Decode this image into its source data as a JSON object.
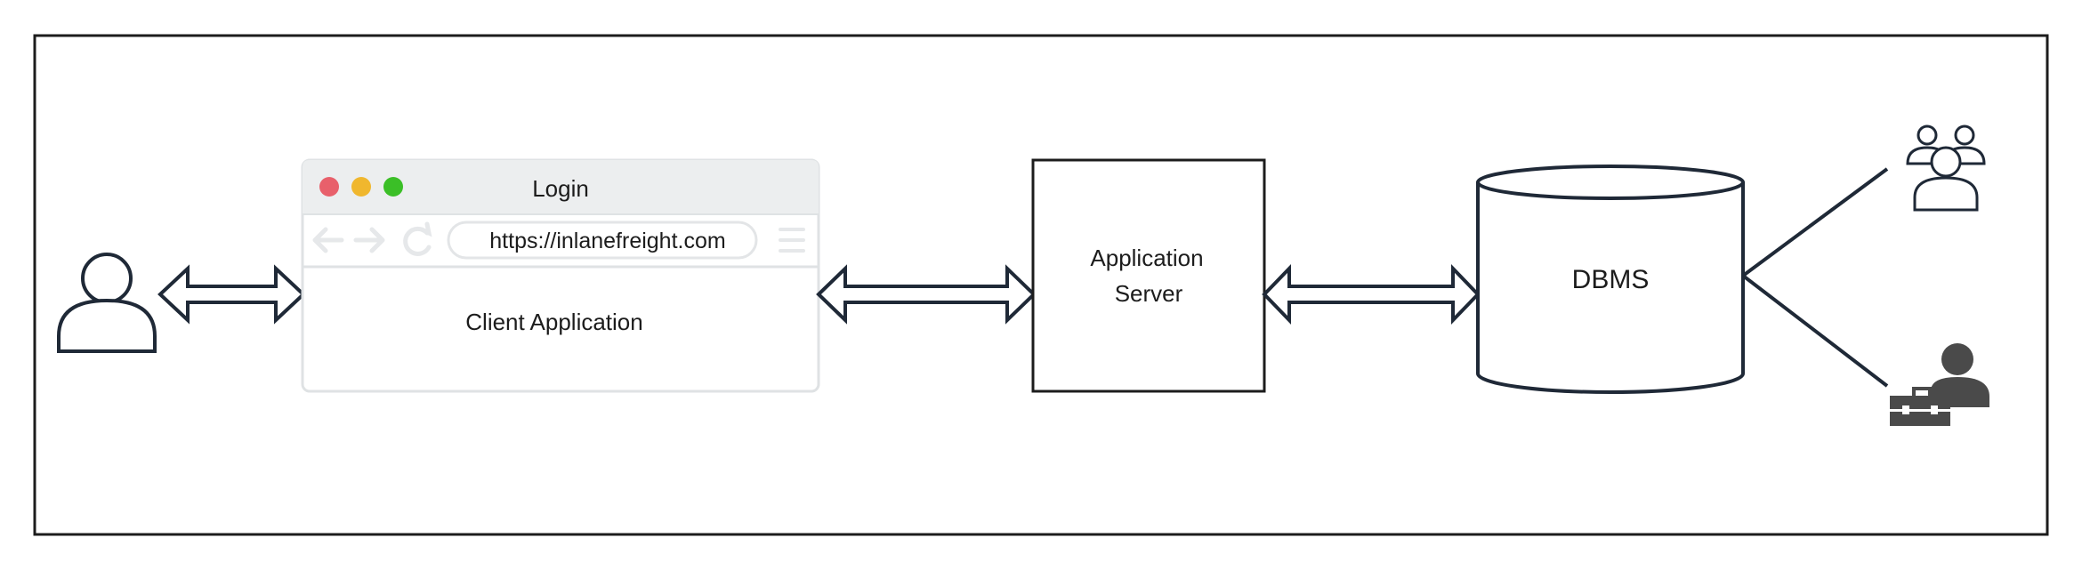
{
  "browser": {
    "title": "Login",
    "url": "https://inlanefreight.com",
    "content_label": "Client Application",
    "traffic_light_colors": [
      "#e8606b",
      "#f0b72e",
      "#3bbf27"
    ]
  },
  "app_server": {
    "line1": "Application",
    "line2": "Server"
  },
  "database": {
    "label": "DBMS"
  },
  "icons": {
    "user": "user-icon",
    "user_group": "user-group-icon",
    "admin_user": "admin-user-with-toolbox-icon"
  },
  "colors": {
    "stroke": "#1f2937",
    "browser_chrome": "#eceeef",
    "browser_border": "#dfe2e4",
    "admin_fill": "#4a4a4a"
  }
}
